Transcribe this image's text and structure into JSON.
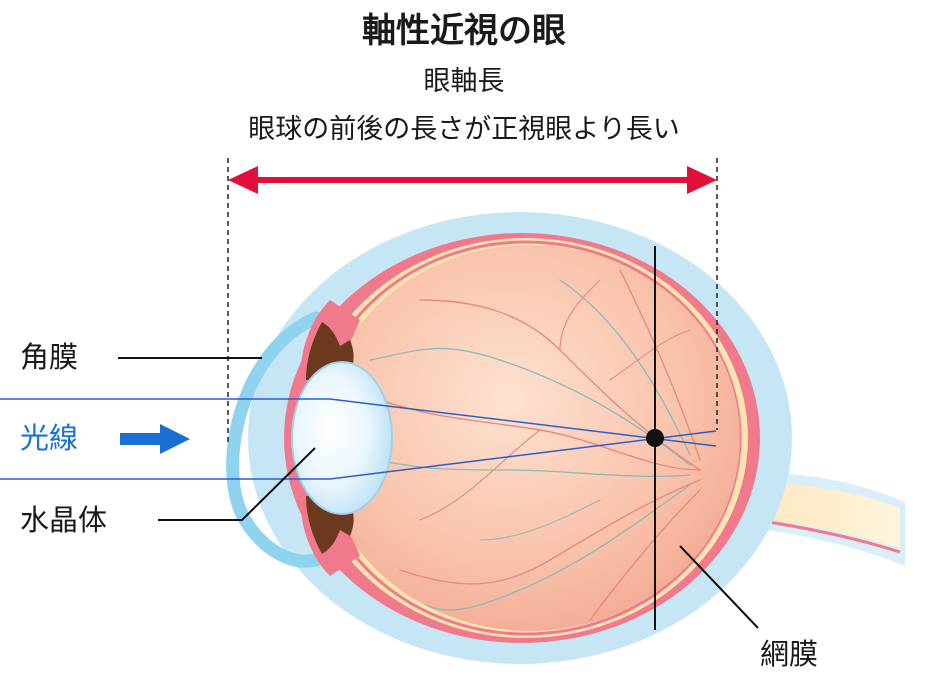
{
  "title": "軸性近視の眼",
  "subtitle": "眼軸長",
  "description": "眼球の前後の長さが正視眼より長い",
  "labels": {
    "cornea": "角膜",
    "light": "光線",
    "lens": "水晶体",
    "retina": "網膜"
  },
  "colors": {
    "axis_arrow": "#e0103a",
    "light_label": "#1a6fd6",
    "light_arrow": "#1a6fd6",
    "rays": "#2a5fc8",
    "outer_layer": "#c7e6f5",
    "sclera": "#f07a8c",
    "retina_band": "#fbe3b2",
    "eyeball_interior": "#f9c0a8",
    "cornea": "#8fd3ee",
    "iris": "#6b3a1e"
  }
}
